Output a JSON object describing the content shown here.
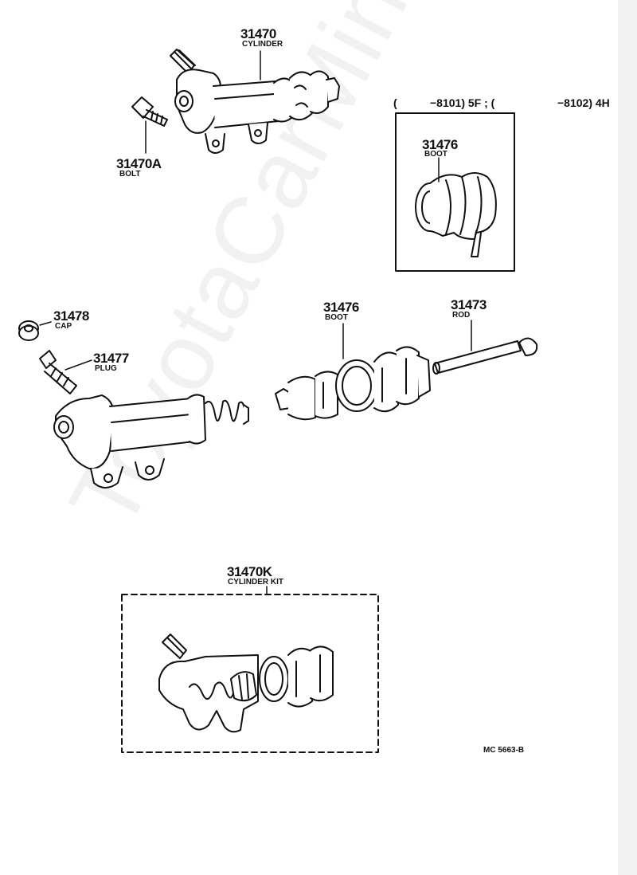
{
  "parts": {
    "cylinder": {
      "number": "31470",
      "name": "CYLINDER"
    },
    "bolt": {
      "number": "31470A",
      "name": "BOLT"
    },
    "boot_inset": {
      "number": "31476",
      "name": "BOOT"
    },
    "cap": {
      "number": "31478",
      "name": "CAP"
    },
    "plug": {
      "number": "31477",
      "name": "PLUG"
    },
    "boot": {
      "number": "31476",
      "name": "BOOT"
    },
    "rod": {
      "number": "31473",
      "name": "ROD"
    },
    "kit": {
      "number": "31470K",
      "name": "CYLINDER KIT"
    }
  },
  "inset_note": {
    "left_paren": "(",
    "range_a": "−8101) 5F ; (",
    "range_b": "−8102) 4H"
  },
  "figure_code": "MC 5663-B",
  "watermark": "ToyotaCarMing.ru"
}
